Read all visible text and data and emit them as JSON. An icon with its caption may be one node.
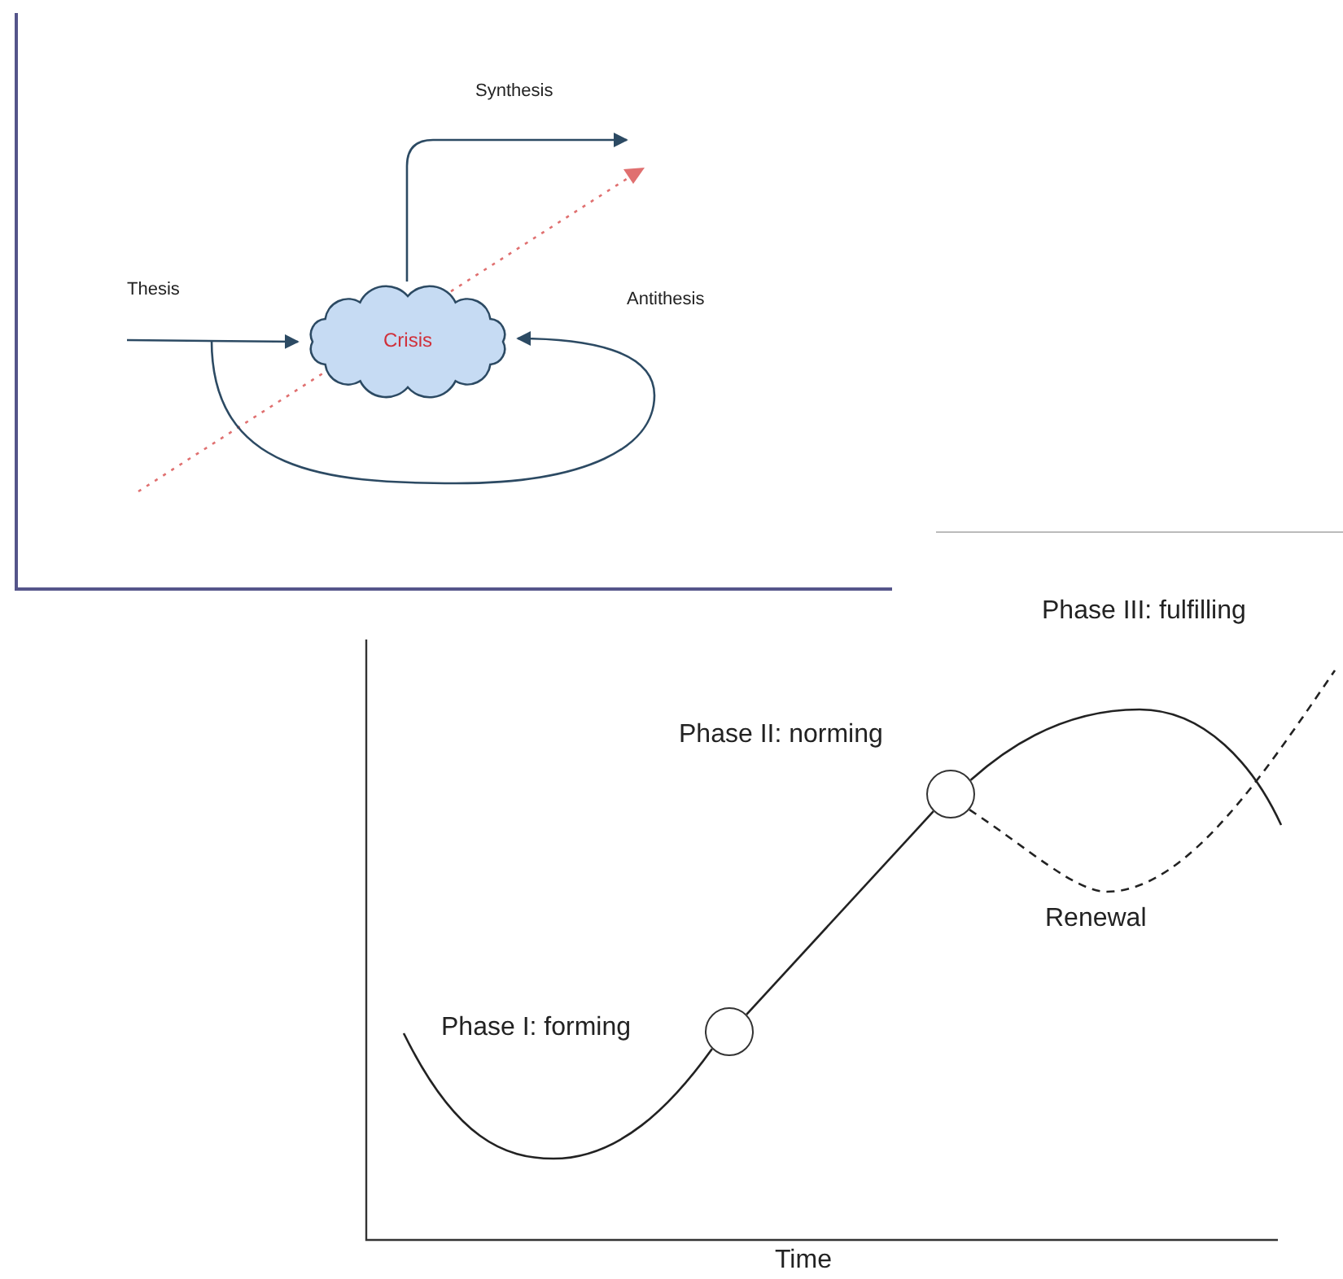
{
  "diagram": {
    "nodes": [
      {
        "text": [
          "Thesis"
        ]
      },
      {
        "text": [
          "Crisis"
        ]
      },
      {
        "text": [
          "Synthesis"
        ]
      },
      {
        "text": [],
        "shape": "circle",
        "beside": [
          "Phase I: forming"
        ]
      },
      {
        "text": [],
        "shape": "circle",
        "beside": [
          "Phase II: norming"
        ]
      }
    ],
    "edges": [
      {
        "from": 0,
        "to": 1,
        "arrow": "to",
        "color": "#2c4a63"
      },
      {
        "from": 0,
        "to": 1,
        "arrow": "to",
        "label": "Antithesis",
        "color": "#2c4a63"
      },
      {
        "from": 1,
        "to": 2,
        "arrow": "to",
        "color": "#2c4a63"
      },
      {
        "from": null,
        "to": 3,
        "arrow": "none"
      },
      {
        "from": 3,
        "to": 4,
        "arrow": "none"
      },
      {
        "from": 4,
        "to": null,
        "arrow": "none"
      },
      {
        "from": 4,
        "to": null,
        "arrow": "none",
        "style": "dashed"
      }
    ],
    "labels": [
      "Phase III: fulfilling",
      "Renewal",
      "Time"
    ]
  }
}
